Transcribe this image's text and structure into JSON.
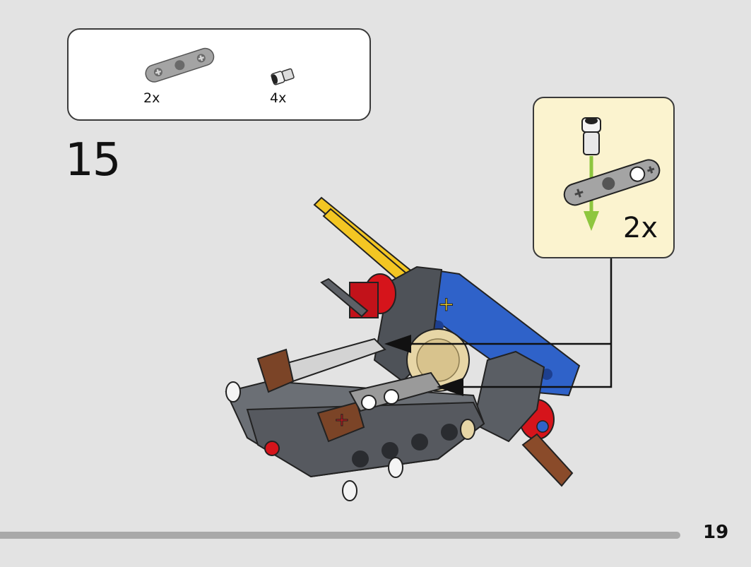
{
  "step": {
    "number": "15"
  },
  "parts_list": [
    {
      "icon": "liftarm-3-hole-icon",
      "quantity": "2x"
    },
    {
      "icon": "connector-peg-icon",
      "quantity": "4x"
    }
  ],
  "callout": {
    "quantity": "2x"
  },
  "page": {
    "number": "19"
  },
  "colors": {
    "background": "#e3e3e3",
    "callout_bg": "#fbf3cf",
    "progress": "#a9a9a9",
    "arrow": "#111111",
    "insert_arrow": "#8ec63f"
  }
}
